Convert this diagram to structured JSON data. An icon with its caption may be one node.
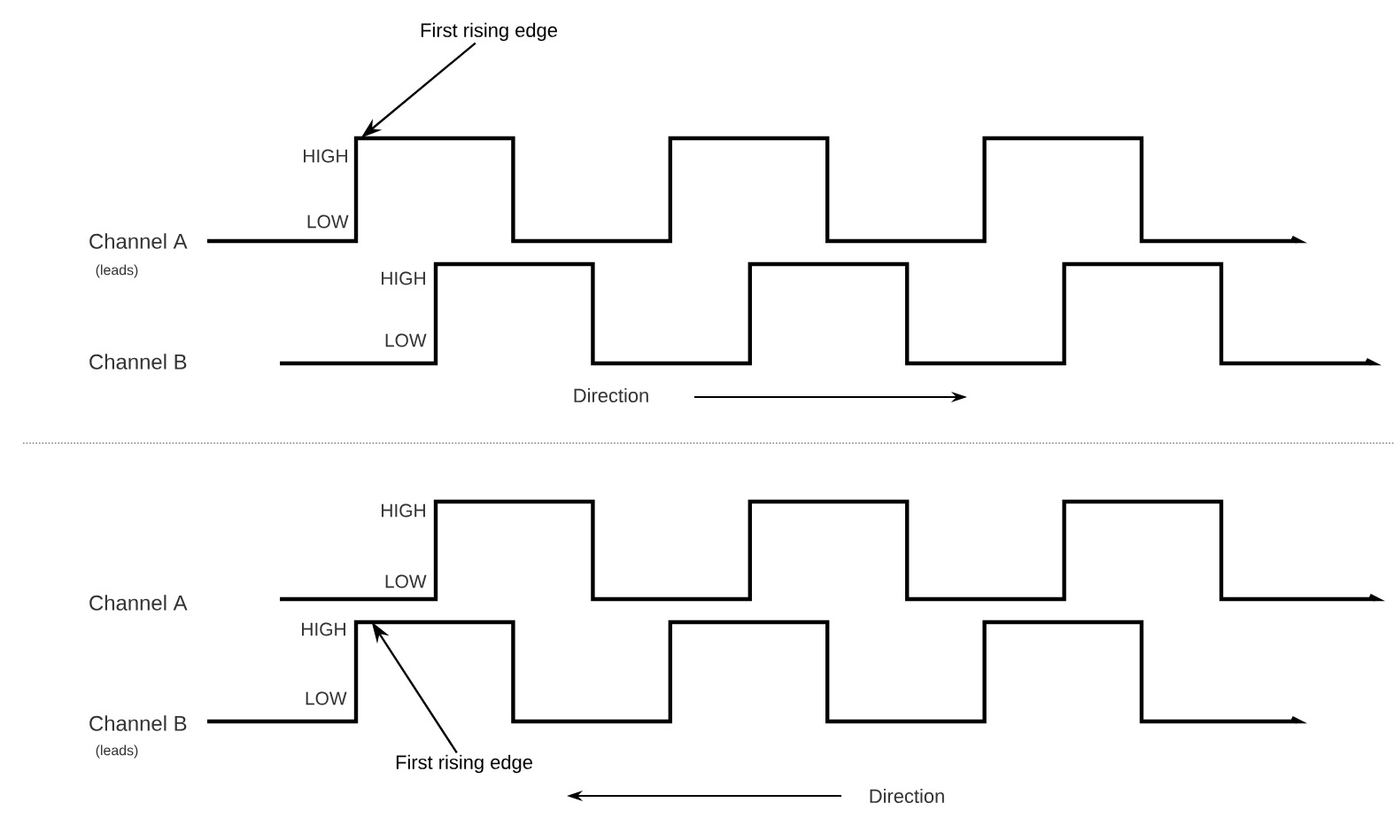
{
  "diagram": {
    "nodes": [
      {
        "text": [
          "First rising edge"
        ]
      },
      {
        "text": [],
        "shape": "picture"
      },
      {
        "text": [],
        "shape": "picture"
      },
      {
        "text": [],
        "shape": "picture"
      },
      {
        "text": [],
        "shape": "picture"
      },
      {
        "text": [
          "First rising edge"
        ]
      }
    ],
    "edges": [
      {
        "from": 0,
        "to": 1,
        "arrow": "to"
      },
      {
        "from": 5,
        "to": 4,
        "arrow": "to"
      }
    ],
    "labels": [
      "HIGH",
      "LOW",
      "Channel A",
      "(leads)",
      "HIGH",
      "LOW",
      "Channel B",
      "Direction",
      "HIGH",
      "LOW",
      "Channel A",
      "HIGH",
      "LOW",
      "Channel B",
      "(leads)",
      "Direction"
    ]
  }
}
